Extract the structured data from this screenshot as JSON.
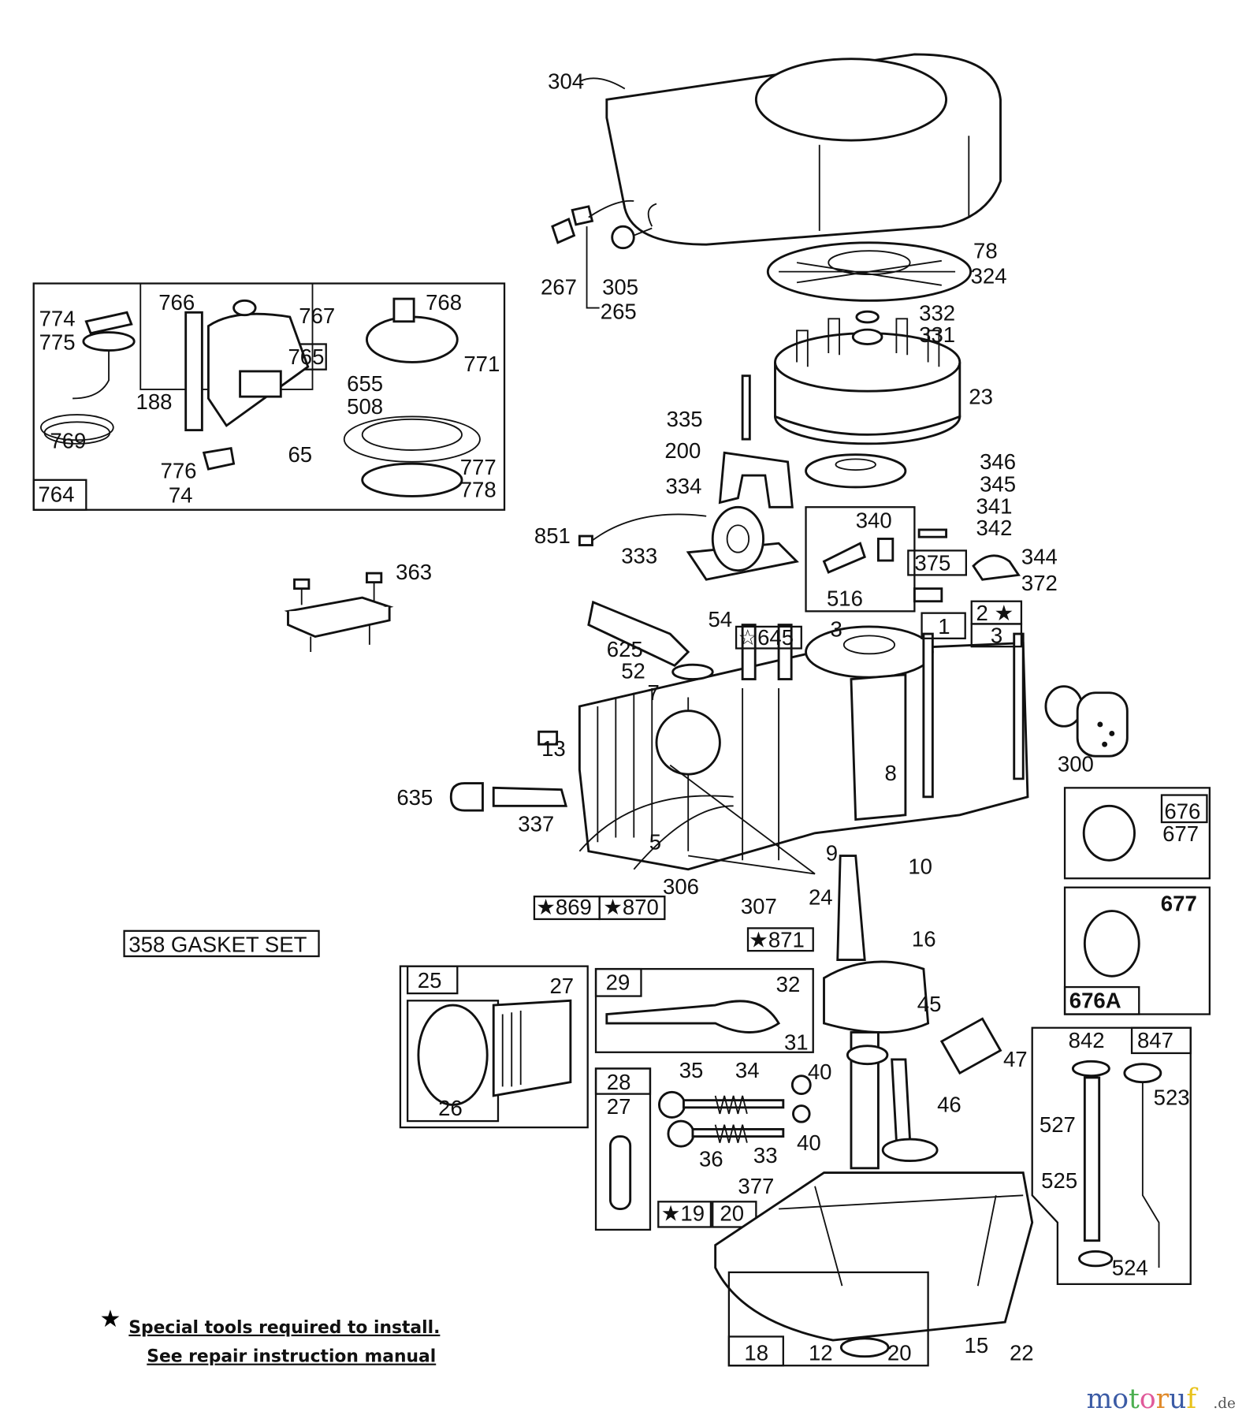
{
  "labels": {
    "l304": "304",
    "l267": "267",
    "l305": "305",
    "l265": "265",
    "l78": "78",
    "l324": "324",
    "l332": "332",
    "l331": "331",
    "l23": "23",
    "l335": "335",
    "l200": "200",
    "l346": "346",
    "l345": "345",
    "l334": "334",
    "l341": "341",
    "l340": "340",
    "l342": "342",
    "l851": "851",
    "l333": "333",
    "l375": "375",
    "l344": "344",
    "l372": "372",
    "l516": "516",
    "l54": "54",
    "l2s": "2 ★",
    "l1": "1",
    "l3a": "3",
    "l3b": "3",
    "l645": "☆645",
    "l625": "625",
    "l52": "52",
    "l7": "7",
    "l13": "13",
    "l300": "300",
    "l8": "8",
    "l635": "635",
    "l337": "337",
    "l676": "676",
    "l677a": "677",
    "l5": "5",
    "l9": "9",
    "l10": "10",
    "l306": "306",
    "l24": "24",
    "l307": "307",
    "l869": "★869",
    "l870": "★870",
    "l677b": "677",
    "l871": "★871",
    "l16": "16",
    "l676A": "676A",
    "gasket": "358 GASKET SET",
    "l25": "25",
    "l27a": "27",
    "l26": "26",
    "l29": "29",
    "l32": "32",
    "l31": "31",
    "l45": "45",
    "l47": "47",
    "l28": "28",
    "l27b": "27",
    "l35": "35",
    "l34": "34",
    "l40a": "40",
    "l36": "36",
    "l33": "33",
    "l40b": "40",
    "l46": "46",
    "l377": "377",
    "l19": "★19",
    "l20a": "20",
    "l842": "842",
    "l847": "847",
    "l523": "523",
    "l527": "527",
    "l525": "525",
    "l524": "524",
    "l18": "18",
    "l12": "12",
    "l20b": "20",
    "l15": "15",
    "l22": "22",
    "l774": "774",
    "l775": "775",
    "l766": "766",
    "l767": "767",
    "l768": "768",
    "l765": "765",
    "l771": "771",
    "l188": "188",
    "l655": "655",
    "l508": "508",
    "l769": "769",
    "l65": "65",
    "l776": "776",
    "l74": "74",
    "l777": "777",
    "l778": "778",
    "l764": "764",
    "l363": "363"
  },
  "footnote": {
    "star": "★",
    "line1": "Special tools required to install.",
    "line2": "See repair instruction manual"
  },
  "watermark": {
    "brand": "motoruf",
    "tld": ".de",
    "colors": [
      "#3b5ba5",
      "#3b5ba5",
      "#4caf50",
      "#e05a9a",
      "#e08a2a",
      "#3b5ba5",
      "#e8c21a"
    ]
  }
}
